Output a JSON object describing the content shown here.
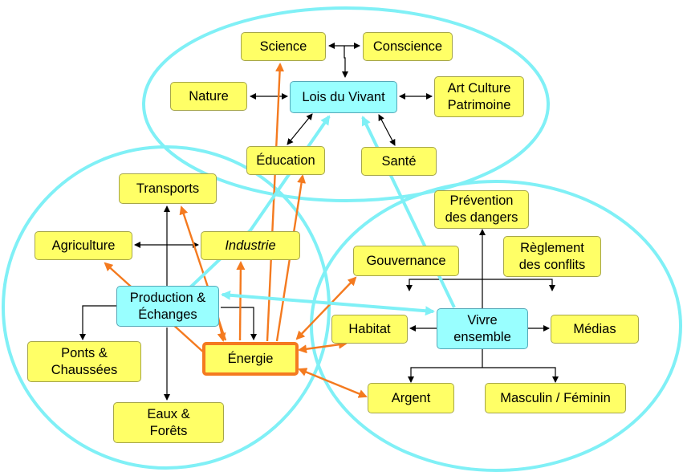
{
  "colors": {
    "circle": "#80f0f6",
    "node_fill": "#ffff66",
    "node_highlight_fill": "#99ffff",
    "energy_border": "#f47a1f",
    "arrow_black": "#000000",
    "arrow_orange": "#f47a1f",
    "arrow_cyan": "#7ff0f6"
  },
  "nodes": {
    "science": "Science",
    "conscience": "Conscience",
    "nature": "Nature",
    "lois_du_vivant": "Lois du Vivant",
    "art_culture": "Art Culture\nPatrimoine",
    "education": "Éducation",
    "sante": "Santé",
    "transports": "Transports",
    "agriculture": "Agriculture",
    "industrie": "Industrie",
    "production": "Production &\nÉchanges",
    "ponts": "Ponts &\nChaussées",
    "energie": "Énergie",
    "eaux": "Eaux &\nForêts",
    "prevention": "Prévention\ndes dangers",
    "gouvernance": "Gouvernance",
    "reglement": "Règlement\ndes conflits",
    "habitat": "Habitat",
    "vivre": "Vivre\nensemble",
    "medias": "Médias",
    "argent": "Argent",
    "masculin": "Masculin / Féminin"
  }
}
